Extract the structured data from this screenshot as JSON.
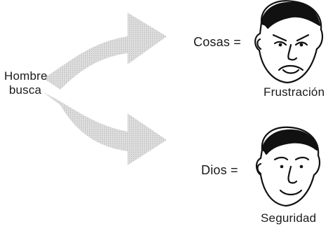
{
  "source": {
    "line1": "Hombre",
    "line2": "busca"
  },
  "outcomes": [
    {
      "label": "Cosas =",
      "result": "Frustración",
      "face": "frustrated-face-icon"
    },
    {
      "label": "Dios =",
      "result": "Seguridad",
      "face": "content-face-icon"
    }
  ]
}
